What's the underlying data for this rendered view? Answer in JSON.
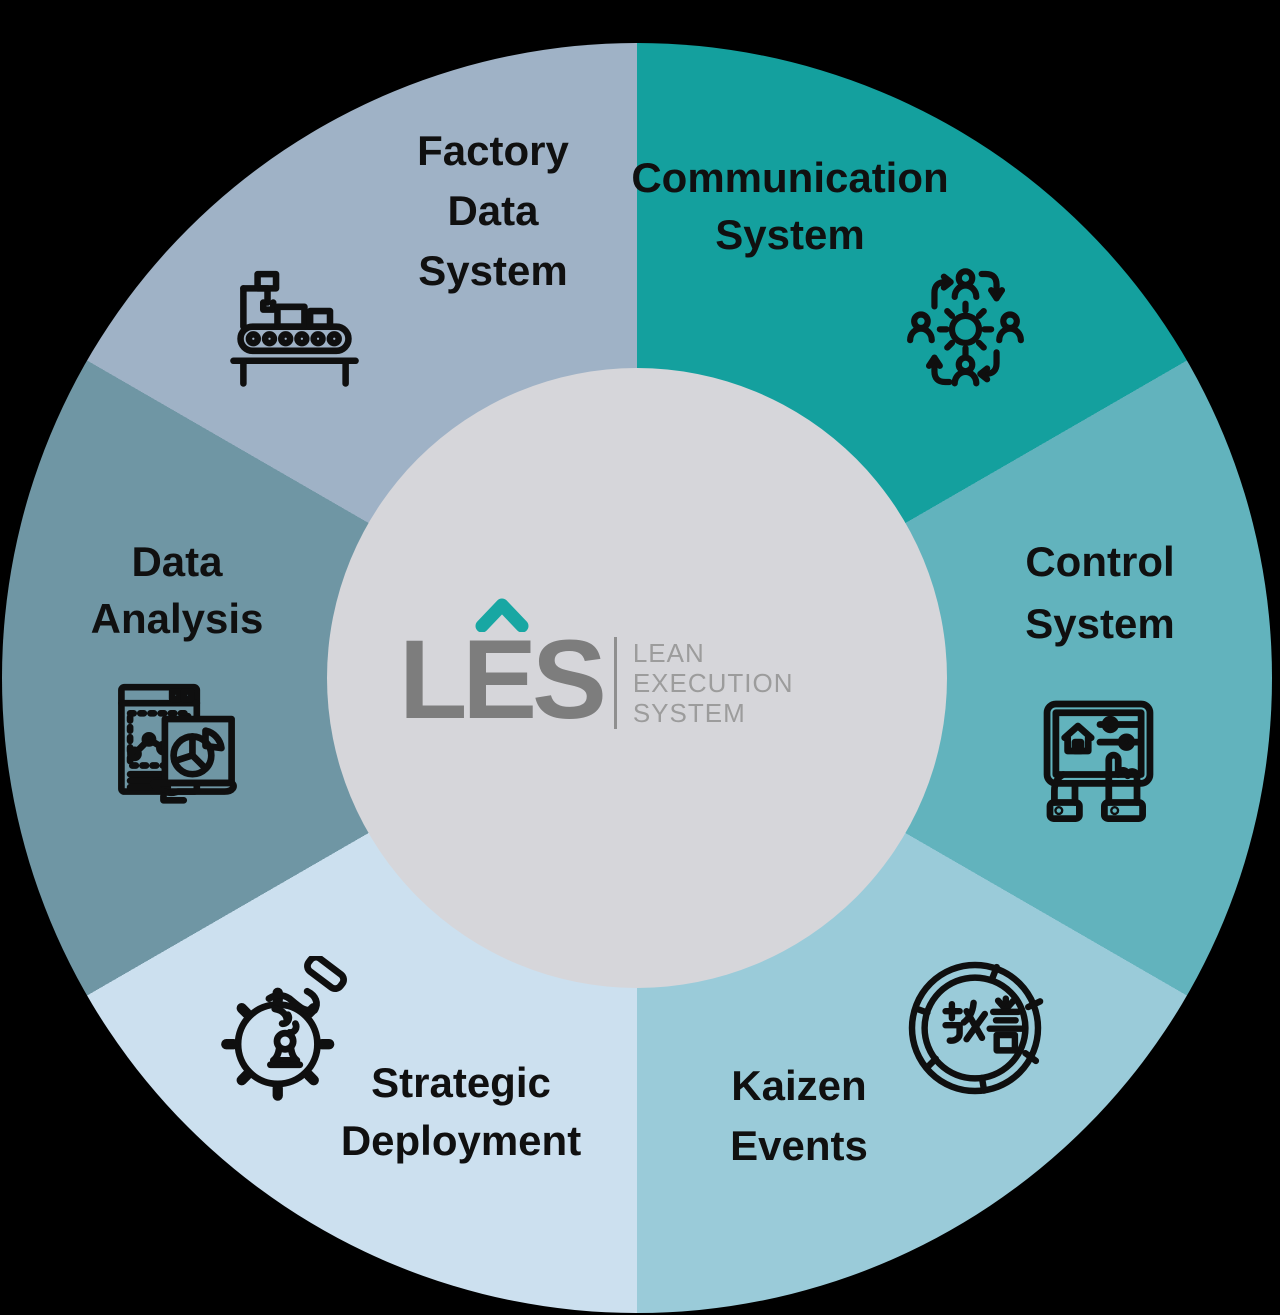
{
  "background_color": "#000000",
  "wheel": {
    "hub_color": "#d6d6da",
    "label_color": "#101010",
    "icon_stroke_color": "#0f0f0f",
    "segments": [
      {
        "id": "communication-system",
        "label_lines": [
          "Communication",
          "System"
        ],
        "color": "#14a09e",
        "icon": "people-gear-cycle-icon"
      },
      {
        "id": "control-system",
        "label_lines": [
          "Control",
          "System"
        ],
        "color": "#62b3bd",
        "icon": "tablet-hands-icon"
      },
      {
        "id": "kaizen-events",
        "label_lines": [
          "Kaizen",
          "Events"
        ],
        "color": "#9acbd9",
        "icon": "kaizen-coin-icon"
      },
      {
        "id": "strategic-deployment",
        "label_lines": [
          "Strategic",
          "Deployment"
        ],
        "color": "#cce0ef",
        "icon": "gear-chess-hand-icon"
      },
      {
        "id": "data-analysis",
        "label_lines": [
          "Data",
          "Analysis"
        ],
        "color": "#6f96a4",
        "icon": "charts-report-icon"
      },
      {
        "id": "factory-data-system",
        "label_lines": [
          "Factory",
          "Data",
          "System"
        ],
        "color": "#9fb2c6",
        "icon": "conveyor-robot-icon"
      }
    ]
  },
  "center": {
    "logo": "LES",
    "logo_color": "#7d7d7d",
    "caret_color": "#18a7a3",
    "divider_color": "#8f8f8f",
    "tagline_lines": [
      "LEAN",
      "EXECUTION",
      "SYSTEM"
    ],
    "tagline_color": "#9c9c9c"
  }
}
